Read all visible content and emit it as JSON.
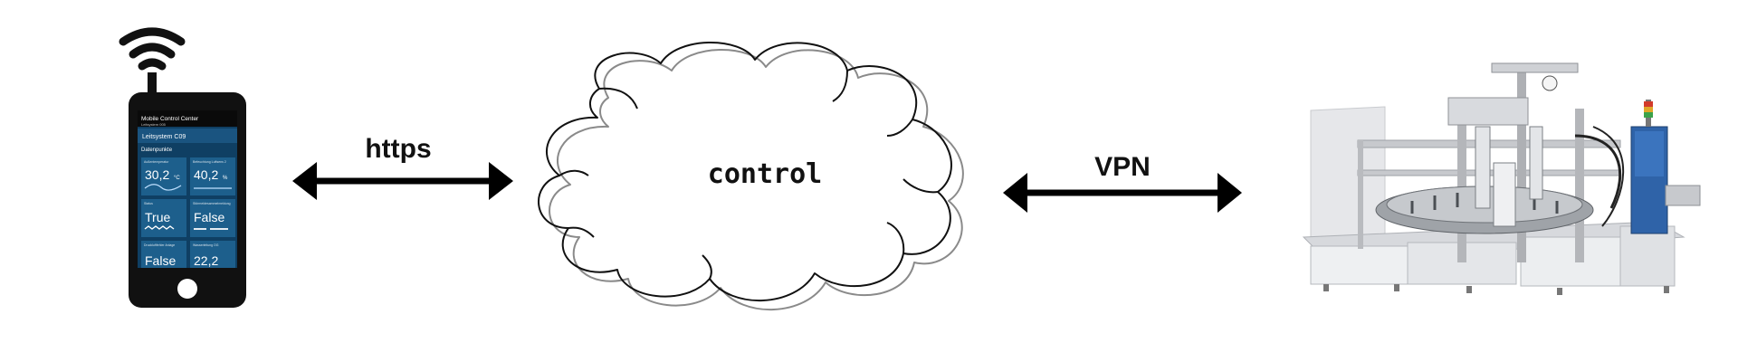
{
  "diagram": {
    "phone": {
      "app_title": "Mobile Control Center",
      "app_subtitle": "Leitsystem 005",
      "header": "Leitsystem C09",
      "section": "Datenpunkte",
      "tiles": [
        {
          "caption": "Außentemperatur",
          "value": "30,2",
          "unit": "°C"
        },
        {
          "caption": "Befeuchtung Luftsens 2",
          "value": "40,2",
          "unit": "%"
        },
        {
          "caption": "Status",
          "value": "True",
          "unit": ""
        },
        {
          "caption": "Störmeldesammelmeldung",
          "value": "False",
          "unit": ""
        },
        {
          "caption": "Druckluftfehler Anlage",
          "value": "False",
          "unit": ""
        },
        {
          "caption": "Wasserleitung OG",
          "value": "22,2",
          "unit": ""
        }
      ]
    },
    "arrows": {
      "left_label": "https",
      "right_label": "VPN"
    },
    "cloud": {
      "label": "control"
    },
    "colors": {
      "phone_body": "#111111",
      "phone_screen": "#0f3f63",
      "phone_tile": "#1d5f8c",
      "arrow": "#000000",
      "cloud_outline_primary": "#111111",
      "cloud_outline_secondary": "#8a8a8a"
    }
  }
}
